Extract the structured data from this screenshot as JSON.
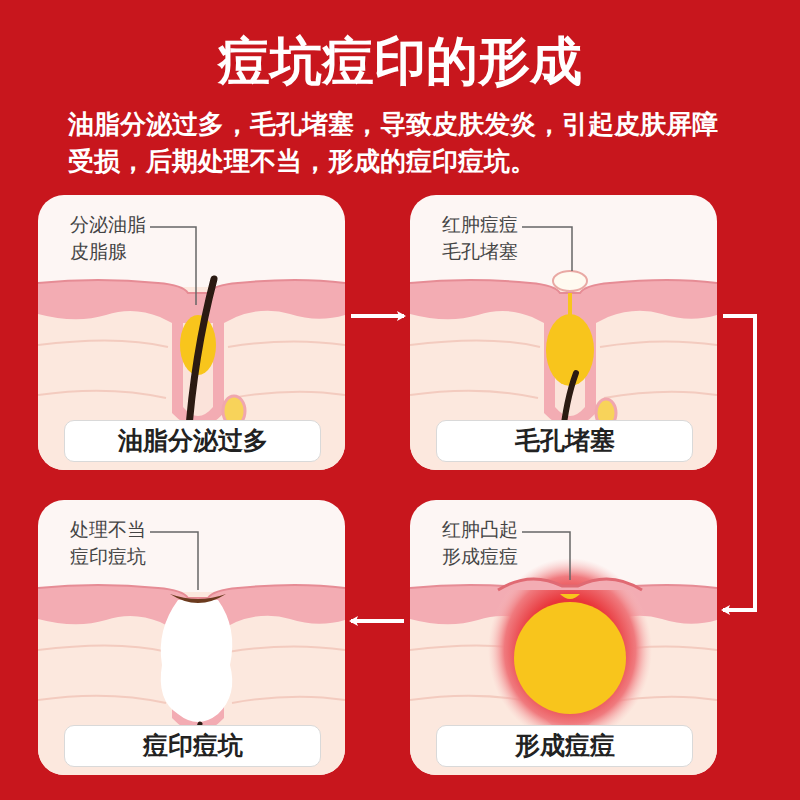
{
  "diagram": {
    "title": "痘坑痘印的形成",
    "nodes": [
      {
        "text": [
          "分泌油脂 皮脂腺",
          "油脂分泌过多"
        ]
      },
      {
        "text": [
          "红肿痘痘 毛孔堵塞",
          "毛孔堵塞"
        ]
      },
      {
        "text": [
          "处理不当 痘印痘坑",
          "痘印痘坑"
        ]
      },
      {
        "text": [
          "红肿凸起 形成痘痘",
          "形成痘痘"
        ]
      }
    ],
    "edges": [
      {
        "from": 0,
        "to": 1,
        "arrow": "to"
      },
      {
        "from": 1,
        "to": 3,
        "arrow": "to"
      },
      {
        "from": 3,
        "to": 2,
        "arrow": "to"
      }
    ],
    "labels": [
      "油脂分泌过多，毛孔堵塞，导致皮肤发炎，引起皮肤屏障受损，后期处理不当，形成的痘印痘坑。"
    ]
  }
}
